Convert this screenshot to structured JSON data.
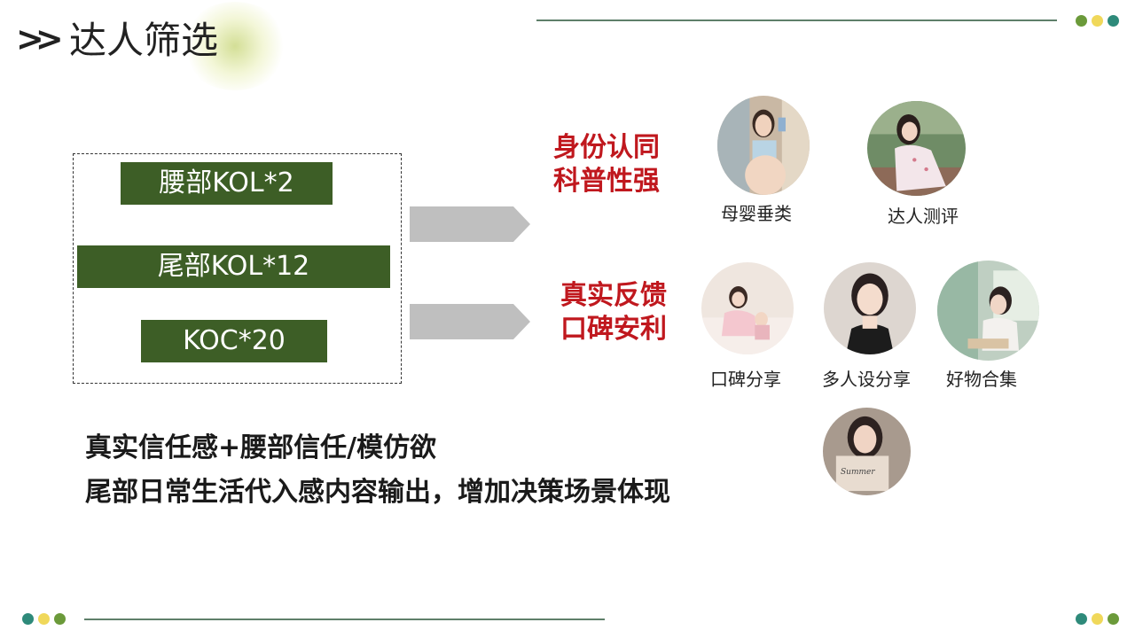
{
  "header": {
    "title": "达人筛选"
  },
  "tiers": [
    {
      "label": "腰部KOL*2"
    },
    {
      "label": "尾部KOL*12"
    },
    {
      "label": "KOC*20"
    }
  ],
  "benefits": [
    {
      "line1": "身份认同",
      "line2": "科普性强"
    },
    {
      "line1": "真实反馈",
      "line2": "口碑安利"
    }
  ],
  "avatars": [
    {
      "caption": "母婴垂类"
    },
    {
      "caption": "达人测评"
    },
    {
      "caption": "口碑分享"
    },
    {
      "caption": "多人设分享"
    },
    {
      "caption": "好物合集"
    },
    {
      "caption": ""
    }
  ],
  "photo_text": {
    "summer": "Summer"
  },
  "summary": {
    "line1": "真实信任感+腰部信任/模仿欲",
    "line2": "尾部日常生活代入感内容输出，增加决策场景体现"
  },
  "colors": {
    "dark_green": "#3d5e26",
    "red": "#c0181e",
    "accent_dot_green": "#6b9a3a",
    "accent_dot_yellow": "#f0d85a",
    "accent_dot_teal": "#2e8a7a",
    "line": "#5e7f6a"
  }
}
